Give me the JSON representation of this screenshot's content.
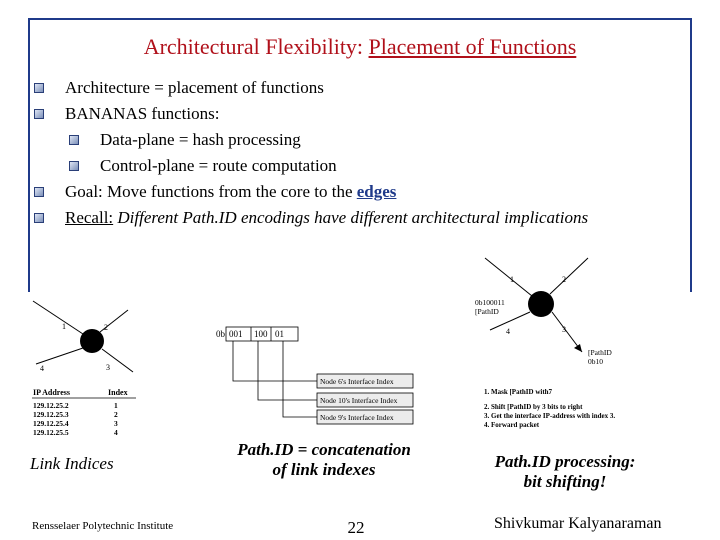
{
  "slide": {
    "title_a": "Architectural Flexibility:",
    "title_b": "Placement of Functions",
    "bullets": {
      "b1": "Architecture = placement of functions",
      "b2": "BANANAS functions:",
      "b2a": "Data-plane = hash processing",
      "b2b": "Control-plane = route computation",
      "b3_pre": "Goal: Move functions from the core to the",
      "b3_link": "edges",
      "b4_label": "Recall:",
      "b4_text": "Different Path.ID encodings have different architectural implications"
    }
  },
  "figure_left": {
    "node_labels": [
      "1",
      "2",
      "3",
      "4"
    ],
    "table_headers": [
      "IP Address",
      "Index"
    ],
    "table_rows": [
      [
        "129.12.25.2",
        "1"
      ],
      [
        "129.12.25.3",
        "2"
      ],
      [
        "129.12.25.4",
        "3"
      ],
      [
        "129.12.25.5",
        "4"
      ]
    ],
    "caption": "Link Indices"
  },
  "figure_middle": {
    "bits_label": "0b",
    "bit_groups": [
      "001",
      "100",
      "01"
    ],
    "index_boxes": [
      "Node 6's Interface Index",
      "Node 10's Interface Index",
      "Node 9's Interface Index"
    ],
    "caption_l1": "Path.ID = concatenation",
    "caption_l2": "of link indexes"
  },
  "figure_right": {
    "node_labels": [
      "1",
      "2",
      "3",
      "4"
    ],
    "pathid_top": "0b100011",
    "pathid_top_label": "[PathID",
    "pathid_bottom_label": "[PathID",
    "pathid_bottom_value": "0b10",
    "steps": [
      "1. Mask [PathID with7",
      "2. Shift [PathID by 3 bits to right",
      "3. Get the interface IP-address with index 3.",
      "4. Forward packet"
    ],
    "caption_l1": "Path.ID processing:",
    "caption_l2": "bit shifting!"
  },
  "footer": {
    "institute": "Rensselaer Polytechnic Institute",
    "page": "22",
    "author": "Shivkumar Kalyanaraman"
  }
}
